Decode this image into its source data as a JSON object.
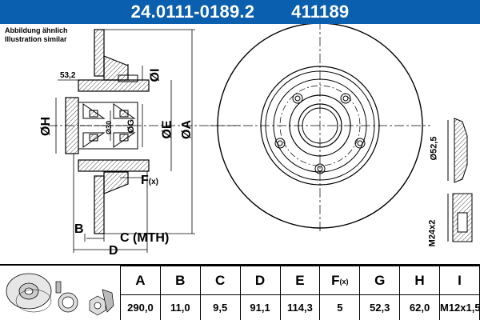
{
  "header": {
    "part_number": "24.0111-0189.2",
    "article_number": "411189"
  },
  "note": {
    "line1": "Abbildung ähnlich",
    "line2": "Illustration similar"
  },
  "drawing": {
    "dim_53_2": "53,2",
    "label_I": "ØI",
    "label_H": "ØH",
    "label_30": "Ø30",
    "label_G": "ØG",
    "label_E": "ØE",
    "label_A": "ØA",
    "label_F": "F",
    "label_F_suffix": "(x)",
    "label_B": "B",
    "label_C": "C (MTH)",
    "label_D": "D",
    "label_52_5": "Ø52,5",
    "label_M24": "M24x2"
  },
  "spec_table": {
    "headers": [
      "A",
      "B",
      "C",
      "D",
      "E",
      "F",
      "G",
      "H",
      "I"
    ],
    "header_F_suffix": "(x)",
    "values": [
      "290,0",
      "11,0",
      "9,5",
      "91,1",
      "114,3",
      "5",
      "52,3",
      "62,0",
      "M12x1,5"
    ]
  }
}
